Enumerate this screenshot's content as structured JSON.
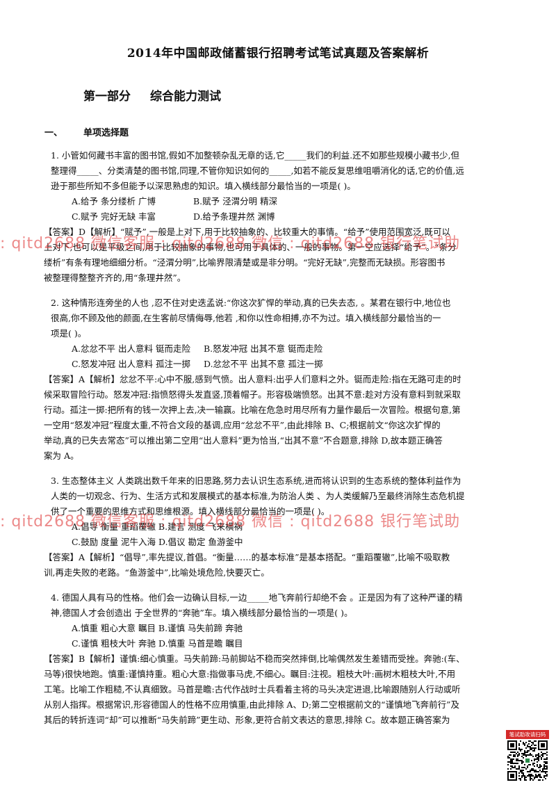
{
  "title": "2014年中国邮政储蓄银行招聘考试笔试真题及答案解析",
  "part": {
    "label": "第一部分",
    "name": "综合能力测试"
  },
  "section": {
    "num": "一、",
    "name": "单项选择题"
  },
  "questions": [
    {
      "stem_lines": [
        "1. 小管如何藏书丰富的图书馆,假如不加整顿杂乱无章的话,它_____我们的利益.还不如那些规模小藏书少,但",
        "整理得_____、分类清楚的图书馆,同理,不管你知识如何的_____,如若不能反复思维咀嚼消化的话,它的价值,远",
        "逊于那些所知不多但能予以深思熟虑的知识。填入横线部分最恰当的一项是( )。"
      ],
      "options": [
        [
          "A.给予 条分缕析 广博",
          "B.赋予 泾渭分明 精深"
        ],
        [
          "C.赋予 完好无缺 丰富",
          "D.给予条理井然 渊博"
        ]
      ],
      "answer_lines": [
        "【答案】D【解析】“赋予”,一般是上对下,用于比较抽象的、比较重大的事情。“给予”使用范围宽泛,既可以",
        "上对下,也可以是平级之间,用于比较抽象的事物,也可用于具体的、一般的事物。第一空应选择“给予”。“条分",
        "缕析”有条有理地细细分析。“泾渭分明”,比喻界限清楚或是非分明。“完好无缺”,完整而无缺损。形容图书",
        "被整理得整整齐齐的,用“条理井然”。"
      ]
    },
    {
      "stem_lines": [
        "2. 这种情形连旁坐的人也 ,忍不住对史迭孟说:“你这次犷悍的举动,真的已失去态, 。某君在银行中,地位也",
        "很高,你不顾及他的颜面,在生客前尽情侮辱,他若 ,和你以性命相搏,亦不为过。填入横线部分最恰当的一",
        "项是( )。"
      ],
      "options": [
        [
          "A.忿忿不平 出人意料 铤而走险",
          "B.怒发冲冠 出其不意 铤而走险"
        ],
        [
          "C.怒发冲冠 出人意料 孤注一掷",
          "D.忿忿不平 出其不意 孤注一掷"
        ]
      ],
      "answer_lines": [
        "【答案】A【解析】忿忿不平:心中不服,感到气愤。出人意料:出乎人们意料之外。铤而走险:指在无路可走的时",
        "候采取冒险行动。怒发冲冠:指愤怒得头发直竖,顶着帽子。形容极端愤怒。出其不意:趁对方没有意料到就采取",
        "行动。孤注一掷:把所有的钱一次押上去,决一输赢。比喻在危急时用尽所有力量作最后一次冒险。根据句意,第",
        "一空用“怒发冲冠”程度太重,不符合文段的基调,应用“忿忿不平”,由此排除 B、C;根据前文“你这次犷悍的",
        "举动,真的已失去常态”可以推出第二空用“出人意料”更为恰当,“出其不意”不合题意,排除 D,故本题正确答",
        "案为 A。"
      ]
    },
    {
      "stem_lines": [
        "3. 生态整体主义 人类跳出数千年来的旧思路,努力去认识生态系统,进而将认识到的生态系统的整体利益作为",
        "人类的一切观念、行为、生活方式和发展模式的基本标准,为防治人类 、为人类缓解乃至最终消除生态危机提",
        "供了一个重要的思维方式和思维根源。填入横线部分最恰当的一项是( )。"
      ],
      "options": [
        [
          "A.倡导 衡量 重蹈覆辙 B.建言 测度 飞来横祸",
          ""
        ],
        [
          "C.鼓励 度量 泥牛入海 D.倡议 勘定 鱼游釜中",
          ""
        ]
      ],
      "answer_lines": [
        "【答案】A【解析】“倡导”,率先提议,首倡。“衡量……的基本标准”是基本搭配。“重蹈覆辙”,比喻不吸取教",
        "训,再走失败的老路。“鱼游釜中”,比喻处境危险,快要灭亡。"
      ]
    },
    {
      "stem_lines": [
        "4. 德国人具有马的性格。他们会一边确认目标,一边_____地飞奔前行却绝不会 。正是因为有了这种严谨的精",
        "神,德国人才会创造出 于全世界的“奔驰”车。填入横线部分最恰当的一项是( )。"
      ],
      "options": [
        [
          "A.慎重 粗心大意 瞩目 B.谨慎 马失前蹄 奔驰",
          ""
        ],
        [
          "C.谨慎 粗枝大叶 奔驰 D.慎重 马首是瞻 瞩目",
          ""
        ]
      ],
      "answer_lines": [
        "【答案】B【解析】谨慎:细心慎重。马失前蹄:马前脚站不稳而突然摔倒,比喻偶然发生差错而受挫。奔驰:(车、",
        "马等)很快地跑。慎重:谨慎持重。粗心大意:指做事马虎,不细心。瞩目:注视。粗枝大叶:画树木粗枝大叶,不用",
        "工笔。比喻工作粗糙,不认真细致。马首是瞻:古代作战时士兵看着主将的马头决定进退,比喻跟随别人行动或听",
        "从别人指挥。根据常识,形容德国人的性格不应用慎重,由此排除 A、D;第二空根据前文的“谨慎地飞奔前行”及",
        "其后的转折连词“却”可以推断“马失前蹄”更生动、形象,更符合前文表达的意思,排除 C。故本题正确答案为"
      ]
    }
  ],
  "watermark": {
    "line1": ": qitd2688 微信客服 : qitd2688   微信 : qitd2688   银行笔试助",
    "line2": ": qitd2688   微信客服 : qitd2688   微信 : qitd2688      银行笔试助"
  },
  "qr": {
    "label": "笔试助攻请扫码"
  }
}
